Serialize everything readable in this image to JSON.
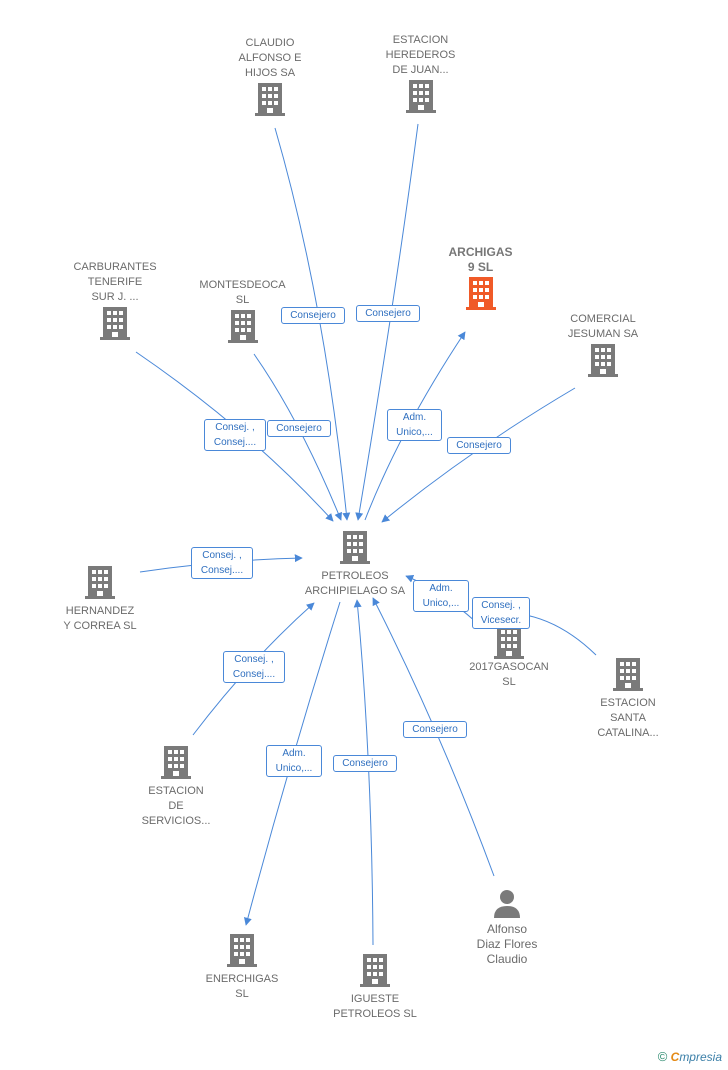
{
  "colors": {
    "edge": "#4a88d8",
    "building": "#7a7a7a",
    "highlight": "#f05a28",
    "text": "#6b6b6b"
  },
  "nodes": [
    {
      "id": "claudio",
      "label": "CLAUDIO\nALFONSO E\nHIJOS SA",
      "icon": "building-icon"
    },
    {
      "id": "herederos",
      "label": "ESTACION\nHEREDEROS\nDE JUAN...",
      "icon": "building-icon"
    },
    {
      "id": "carburantes",
      "label": "CARBURANTES\nTENERIFE\nSUR J. ...",
      "icon": "building-icon"
    },
    {
      "id": "montesdeoca",
      "label": "MONTESDEOCA\nSL",
      "icon": "building-icon"
    },
    {
      "id": "archigas",
      "label": "ARCHIGAS\n9  SL",
      "icon": "building-icon"
    },
    {
      "id": "jesuman",
      "label": "COMERCIAL\nJESUMAN SA",
      "icon": "building-icon"
    },
    {
      "id": "petroleos",
      "label": "PETROLEOS\nARCHIPIELAGO SA",
      "icon": "building-icon"
    },
    {
      "id": "hernandez",
      "label": "HERNANDEZ\nY CORREA  SL",
      "icon": "building-icon"
    },
    {
      "id": "gasocan",
      "label": "2017GASOCAN\nSL",
      "icon": "building-icon"
    },
    {
      "id": "santacatalina",
      "label": "ESTACION\nSANTA\nCATALINA...",
      "icon": "building-icon"
    },
    {
      "id": "servicios",
      "label": "ESTACION\nDE\nSERVICIOS...",
      "icon": "building-icon"
    },
    {
      "id": "enerchigas",
      "label": "ENERCHIGAS\nSL",
      "icon": "building-icon"
    },
    {
      "id": "igueste",
      "label": "IGUESTE\nPETROLEOS SL",
      "icon": "building-icon"
    },
    {
      "id": "alfonso",
      "label": "Alfonso\nDiaz Flores\nClaudio",
      "icon": "person-icon"
    }
  ],
  "edge_labels": [
    "Consejero",
    "Consejero",
    "Consej. ,\nConsej....",
    "Consejero",
    "Adm.\nUnico,...",
    "Consejero",
    "Consej. ,\nConsej....",
    "Adm.\nUnico,...",
    "Consej. ,\nVicesecr.",
    "Consej. ,\nConsej....",
    "Adm.\nUnico,...",
    "Consejero",
    "Consejero"
  ],
  "brand": {
    "copyright": "©",
    "e": "C",
    "rest": "mpresia"
  }
}
